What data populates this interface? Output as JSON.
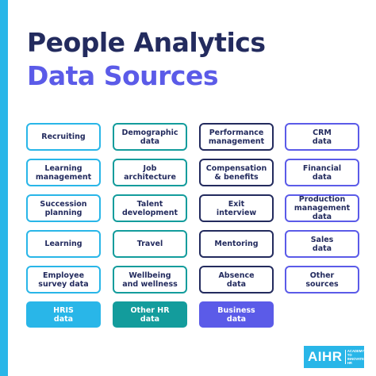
{
  "title": {
    "line1": "People Analytics",
    "line2": "Data Sources"
  },
  "columns": [
    {
      "id": "hris",
      "color": "#29b6e8",
      "items": [
        "Recruiting",
        "Learning\nmanagement",
        "Succession\nplanning",
        "Learning",
        "Employee\nsurvey data"
      ],
      "legend": "HRIS\ndata"
    },
    {
      "id": "other-hr",
      "color": "#139c9c",
      "items": [
        "Demographic\ndata",
        "Job\narchitecture",
        "Talent\ndevelopment",
        "Travel",
        "Wellbeing\nand wellness"
      ],
      "legend": "Other HR\ndata"
    },
    {
      "id": "business",
      "color": "#5b5be8",
      "items": [
        "Performance\nmanagement",
        "Compensation\n& benefits",
        "Exit\ninterview",
        "Mentoring",
        "Absence\ndata"
      ],
      "legend": "Business\ndata"
    },
    {
      "id": "external",
      "color": "#5b5be8",
      "items": [
        "CRM\ndata",
        "Financial\ndata",
        "Production\nmanagement data",
        "Sales\ndata",
        "Other\nsources"
      ]
    }
  ],
  "logo": {
    "text": "AIHR",
    "tagline": "ACADEMY TO\nINNOVATE HR"
  }
}
